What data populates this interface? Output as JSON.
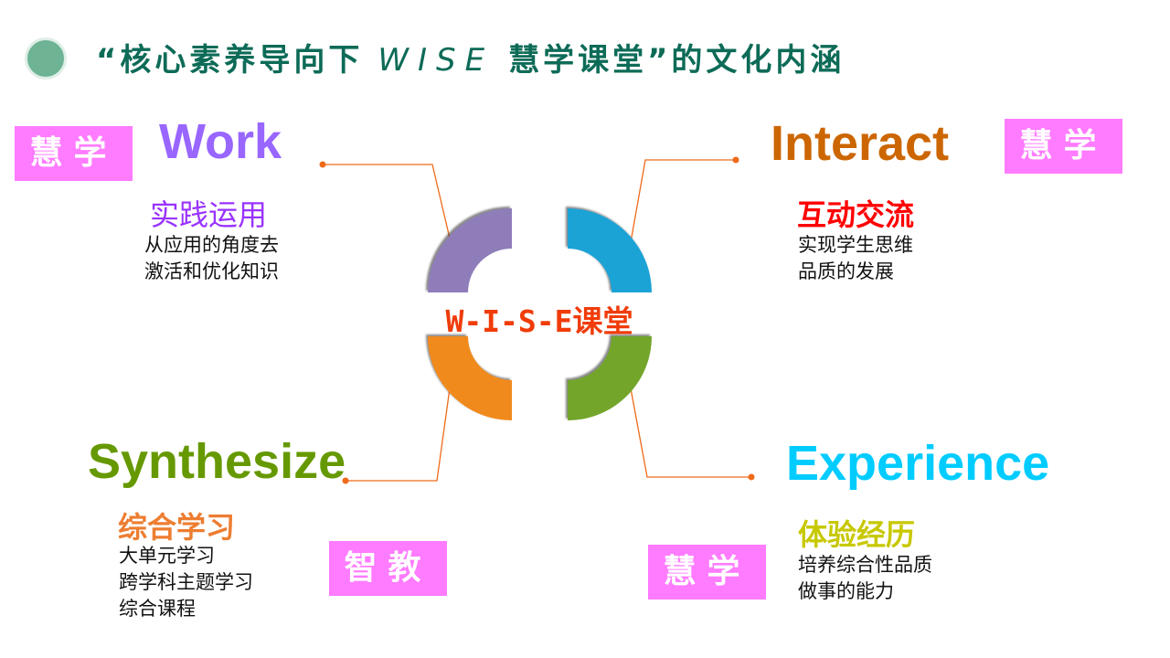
{
  "title": {
    "prefix": "“核心素养导向下",
    "en": "WISE",
    "suffix": "慧学课堂”的文化内涵"
  },
  "center_label": "W-I-S-E课堂",
  "colors": {
    "work": "#9966ff",
    "interact": "#cc6600",
    "synthesize": "#669900",
    "experience": "#00ccff",
    "connector": "#ee6a1a"
  },
  "quadrants": {
    "work": {
      "name": "Work",
      "subtitle": "实践运用",
      "desc": [
        "从应用的角度去",
        "激活和优化知识"
      ],
      "tag": "慧学"
    },
    "interact": {
      "name": "Interact",
      "subtitle": "互动交流",
      "desc": [
        "实现学生思维",
        "品质的发展"
      ],
      "tag": "慧学"
    },
    "synthesize": {
      "name": "Synthesize",
      "subtitle": "综合学习",
      "desc": [
        "大单元学习",
        "跨学科主题学习",
        "综合课程"
      ],
      "tag": "智教"
    },
    "experience": {
      "name": "Experience",
      "subtitle": "体验经历",
      "desc": [
        "培养综合性品质",
        "做事的能力"
      ],
      "tag": "慧学"
    }
  }
}
